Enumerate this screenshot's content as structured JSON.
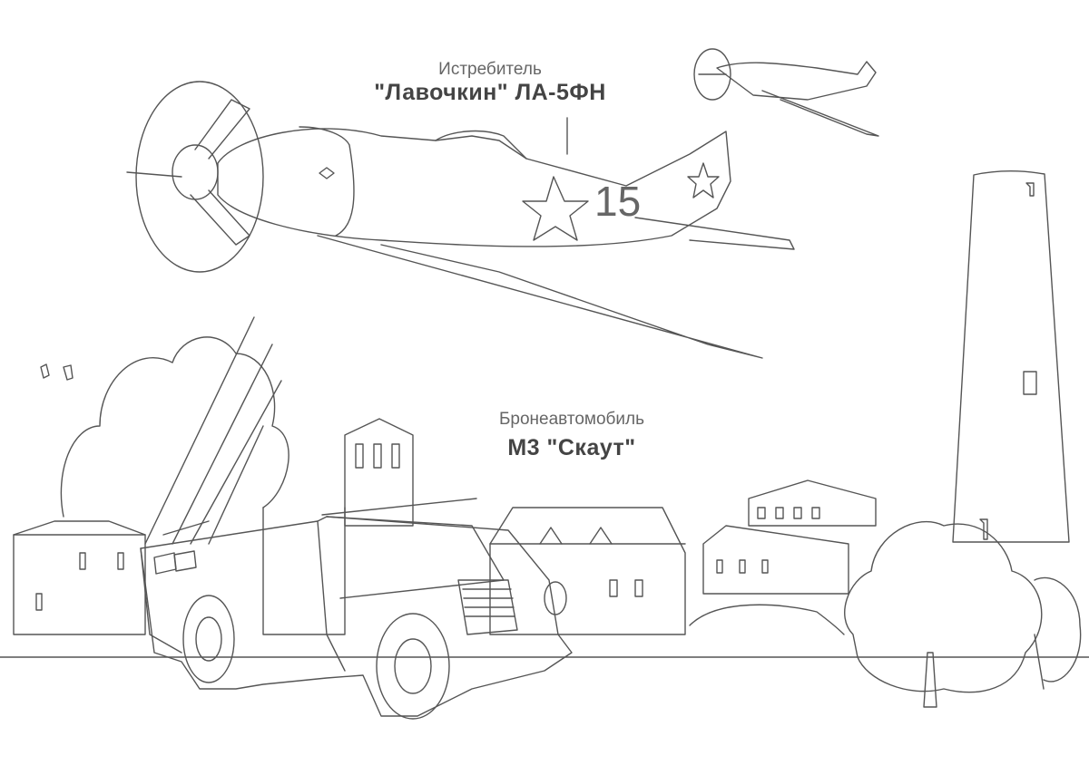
{
  "plane_caption": {
    "type_label": "Истребитель",
    "model_label": "\"Лавочкин\" ЛА-5ФН"
  },
  "vehicle_caption": {
    "type_label": "Бронеавтомобиль",
    "model_label": "М3 \"Скаут\""
  },
  "plane_marking": {
    "tail_number": "15"
  },
  "colors": {
    "line": "#555555",
    "background": "#ffffff"
  }
}
